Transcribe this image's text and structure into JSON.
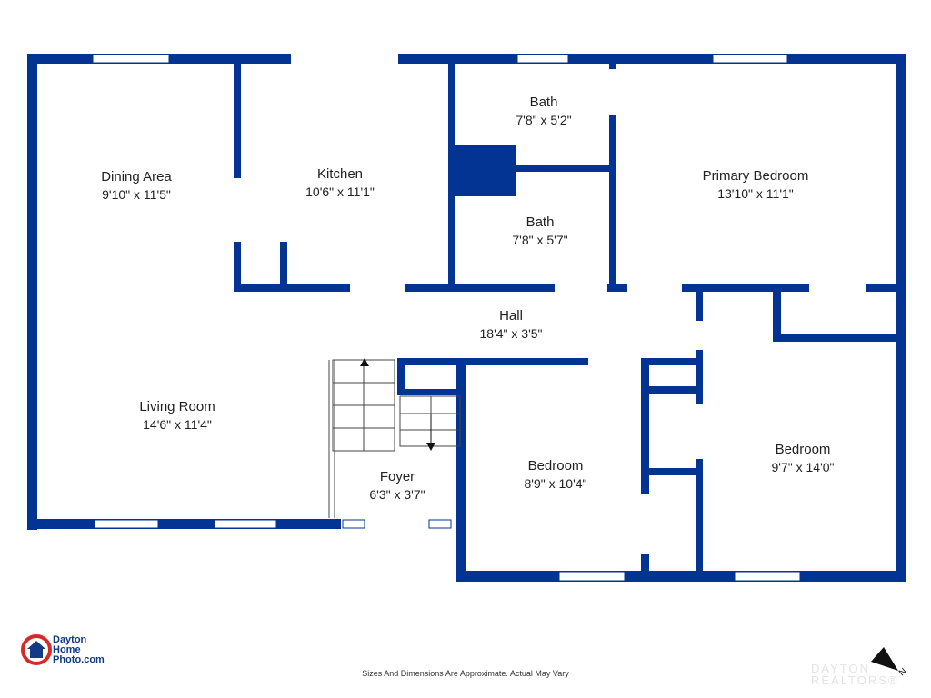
{
  "colors": {
    "wall": "#033393",
    "logo_red": "#d32a2a",
    "logo_blue": "#123a86"
  },
  "rooms": [
    {
      "name": "Dining Area",
      "dims": "9'10\" x 11'5\""
    },
    {
      "name": "Kitchen",
      "dims": "10'6\" x 11'1\""
    },
    {
      "name": "Bath",
      "dims": "7'8\" x 5'2\""
    },
    {
      "name": "Bath",
      "dims": "7'8\" x 5'7\""
    },
    {
      "name": "Primary Bedroom",
      "dims": "13'10\" x 11'1\""
    },
    {
      "name": "Hall",
      "dims": "18'4\" x 3'5\""
    },
    {
      "name": "Living Room",
      "dims": "14'6\" x 11'4\""
    },
    {
      "name": "Foyer",
      "dims": "6'3\" x 3'7\""
    },
    {
      "name": "Bedroom",
      "dims": "8'9\" x 10'4\""
    },
    {
      "name": "Bedroom",
      "dims": "9'7\" x 14'0\""
    }
  ],
  "footer": {
    "disclaimer": "Sizes And Dimensions Are Approximate. Actual May Vary"
  },
  "logo": {
    "line1": "Dayton",
    "line2": "Home",
    "line3": "Photo.com",
    "icon": "house-badge-icon"
  },
  "watermark": {
    "line1": "DAYTON",
    "line2": "REALTORS®"
  },
  "compass": {
    "label": "N",
    "icon": "north-arrow-icon"
  }
}
